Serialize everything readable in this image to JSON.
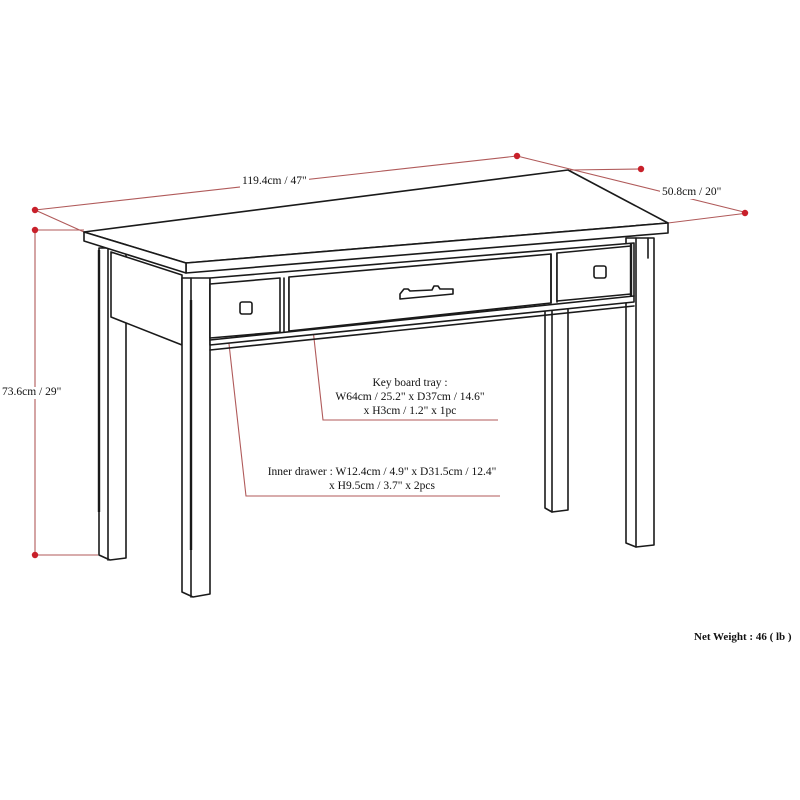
{
  "diagram": {
    "subject": "Writing desk dimension drawing",
    "dimensions": {
      "width": "119.4cm / 47\"",
      "depth": "50.8cm / 20\"",
      "height": "73.6cm / 29\""
    },
    "callouts": {
      "keyboard_tray": {
        "line1": "Key board tray :",
        "line2": "W64cm / 25.2\" x D37cm / 14.6\"",
        "line3": "x H3cm / 1.2\" x 1pc"
      },
      "inner_drawer": {
        "line1": "Inner drawer : W12.4cm / 4.9\" x D31.5cm / 12.4\"",
        "line2": "x H9.5cm / 3.7\" x 2pcs"
      }
    },
    "net_weight": "Net Weight : 46 ( lb )",
    "colors": {
      "dimension_line": "#b05a5a",
      "dimension_dot": "#c8202a",
      "outline": "#1a1a1a",
      "background": "#ffffff"
    }
  }
}
